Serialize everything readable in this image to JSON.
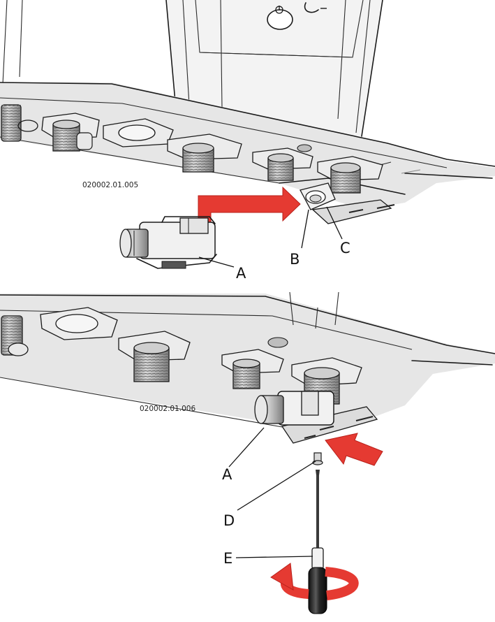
{
  "figure_top": {
    "reference_code": "020002.01.005",
    "callouts": {
      "a": "A",
      "b": "B",
      "c": "C"
    }
  },
  "figure_bottom": {
    "reference_code": "020002.01.006",
    "callouts": {
      "a": "A",
      "d": "D",
      "e": "E"
    }
  },
  "colors": {
    "arrow_red": "#e53a32",
    "arrow_red_dark": "#b8201a",
    "panel_grey": "#e9e9e9",
    "metal_light": "#f2f2f2",
    "thread_grey": "#9a9a9a",
    "handle_black": "#1c1c1c",
    "line": "#1a1a1a"
  }
}
